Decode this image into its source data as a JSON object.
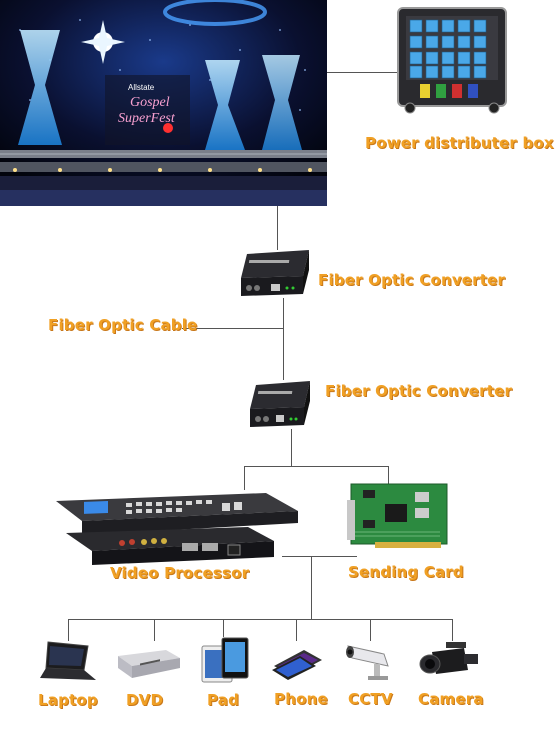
{
  "labels": {
    "power": "Power distributer box",
    "fiber_conv_1": "Fiber Optic Converter",
    "fiber_cable": "Fiber Optic Cable",
    "fiber_conv_2": "Fiber Optic Converter",
    "video_processor": "Video Processor",
    "sending_card": "Sending Card"
  },
  "stage_sign": {
    "brand": "Allstate",
    "line1": "Gospel",
    "line2": "SuperFest"
  },
  "devices": [
    {
      "key": "laptop",
      "label": "Laptop",
      "icon": "laptop-icon"
    },
    {
      "key": "dvd",
      "label": "DVD",
      "icon": "dvd-player-icon"
    },
    {
      "key": "pad",
      "label": "Pad",
      "icon": "tablet-icon"
    },
    {
      "key": "phone",
      "label": "Phone",
      "icon": "phone-icon"
    },
    {
      "key": "cctv",
      "label": "CCTV",
      "icon": "cctv-camera-icon"
    },
    {
      "key": "camera",
      "label": "Camera",
      "icon": "video-camera-icon"
    }
  ],
  "colors": {
    "label": "#f0a024",
    "label_shadow": "#c9781a",
    "line": "#555555"
  }
}
